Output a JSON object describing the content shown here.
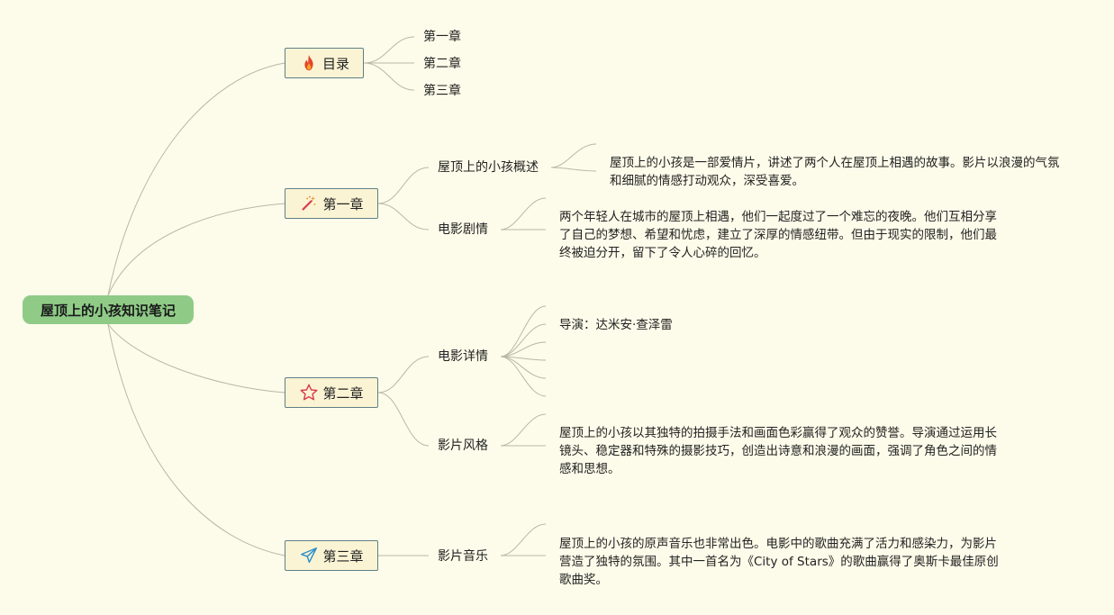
{
  "root": {
    "title": "屋顶上的小孩知识笔记"
  },
  "branches": {
    "toc": {
      "label": "目录",
      "icon": "fire-icon",
      "children": [
        "第一章",
        "第二章",
        "第三章"
      ]
    },
    "ch1": {
      "label": "第一章",
      "icon": "magic-wand-icon",
      "topics": {
        "overview": {
          "label": "屋顶上的小孩概述",
          "note": "屋顶上的小孩是一部爱情片，讲述了两个人在屋顶上相遇的故事。影片以浪漫的气氛和细腻的情感打动观众，深受喜爱。"
        },
        "plot": {
          "label": "电影剧情",
          "note": "两个年轻人在城市的屋顶上相遇，他们一起度过了一个难忘的夜晚。他们互相分享了自己的梦想、希望和忧虑，建立了深厚的情感纽带。但由于现实的限制，他们最终被迫分开，留下了令人心碎的回忆。"
        }
      }
    },
    "ch2": {
      "label": "第二章",
      "icon": "star-outline-icon",
      "topics": {
        "details": {
          "label": "电影详情",
          "items": [
            "导演：达米安·查泽雷"
          ]
        },
        "style": {
          "label": "影片风格",
          "note": "屋顶上的小孩以其独特的拍摄手法和画面色彩赢得了观众的赞誉。导演通过运用长镜头、稳定器和特殊的摄影技巧，创造出诗意和浪漫的画面，强调了角色之间的情感和思想。"
        }
      }
    },
    "ch3": {
      "label": "第三章",
      "icon": "paper-plane-icon",
      "topics": {
        "music": {
          "label": "影片音乐",
          "note": "屋顶上的小孩的原声音乐也非常出色。电影中的歌曲充满了活力和感染力，为影片营造了独特的氛围。其中一首名为《City of Stars》的歌曲赢得了奥斯卡最佳原创歌曲奖。"
        }
      }
    }
  },
  "colors": {
    "background": "#fdfcea",
    "root_fill": "#8fcb87",
    "branch_fill": "#fbf4d4",
    "branch_border": "#5f7f86",
    "connector": "#b9b7a4"
  }
}
